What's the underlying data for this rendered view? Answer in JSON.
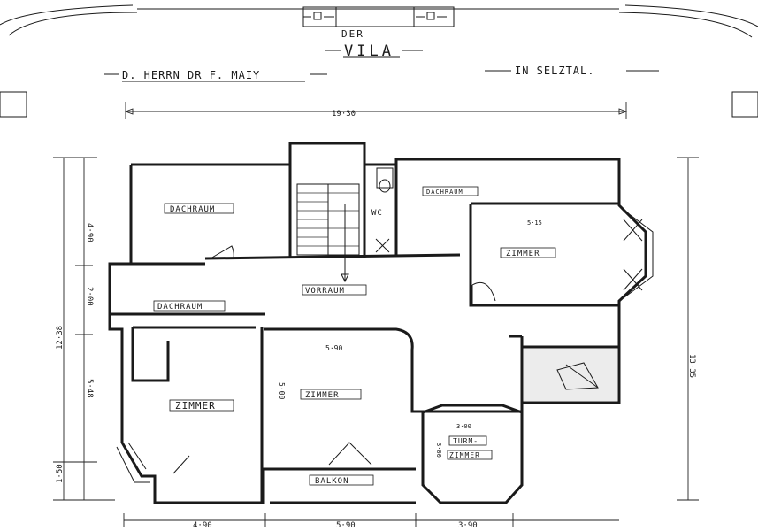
{
  "title": {
    "top_word": "DER",
    "main_word": "VILA",
    "owner": "D. HERRN DR F. MAIY",
    "location": "IN SELZTAL."
  },
  "rooms": {
    "dachraum_nw": "DACHRAUM",
    "dachraum_ne": "DACHRAUM",
    "dachraum_w": "DACHRAUM",
    "zimmer_east": "ZIMMER",
    "vorraum": "VORRAUM",
    "zimmer_sw": "ZIMMER",
    "zimmer_center": "ZIMMER",
    "turm": "TURM-",
    "turm_zimmer": "ZIMMER",
    "balkon": "BALKON",
    "wc": "WC"
  },
  "dimensions": {
    "overall_width": "19·30",
    "east_room_width": "5·15",
    "center_room_width": "5·90",
    "left_total": "12·38",
    "left_top": "4·90",
    "left_mid": "2·00",
    "left_low": "5·48",
    "left_bottom": "1·50",
    "right_total": "13·35",
    "center_room_depth": "5·00",
    "turm_depth": "3·00",
    "turm_width": "3·00",
    "bottom_left": "4·90",
    "bottom_mid": "5·90",
    "bottom_right": "3·90"
  }
}
